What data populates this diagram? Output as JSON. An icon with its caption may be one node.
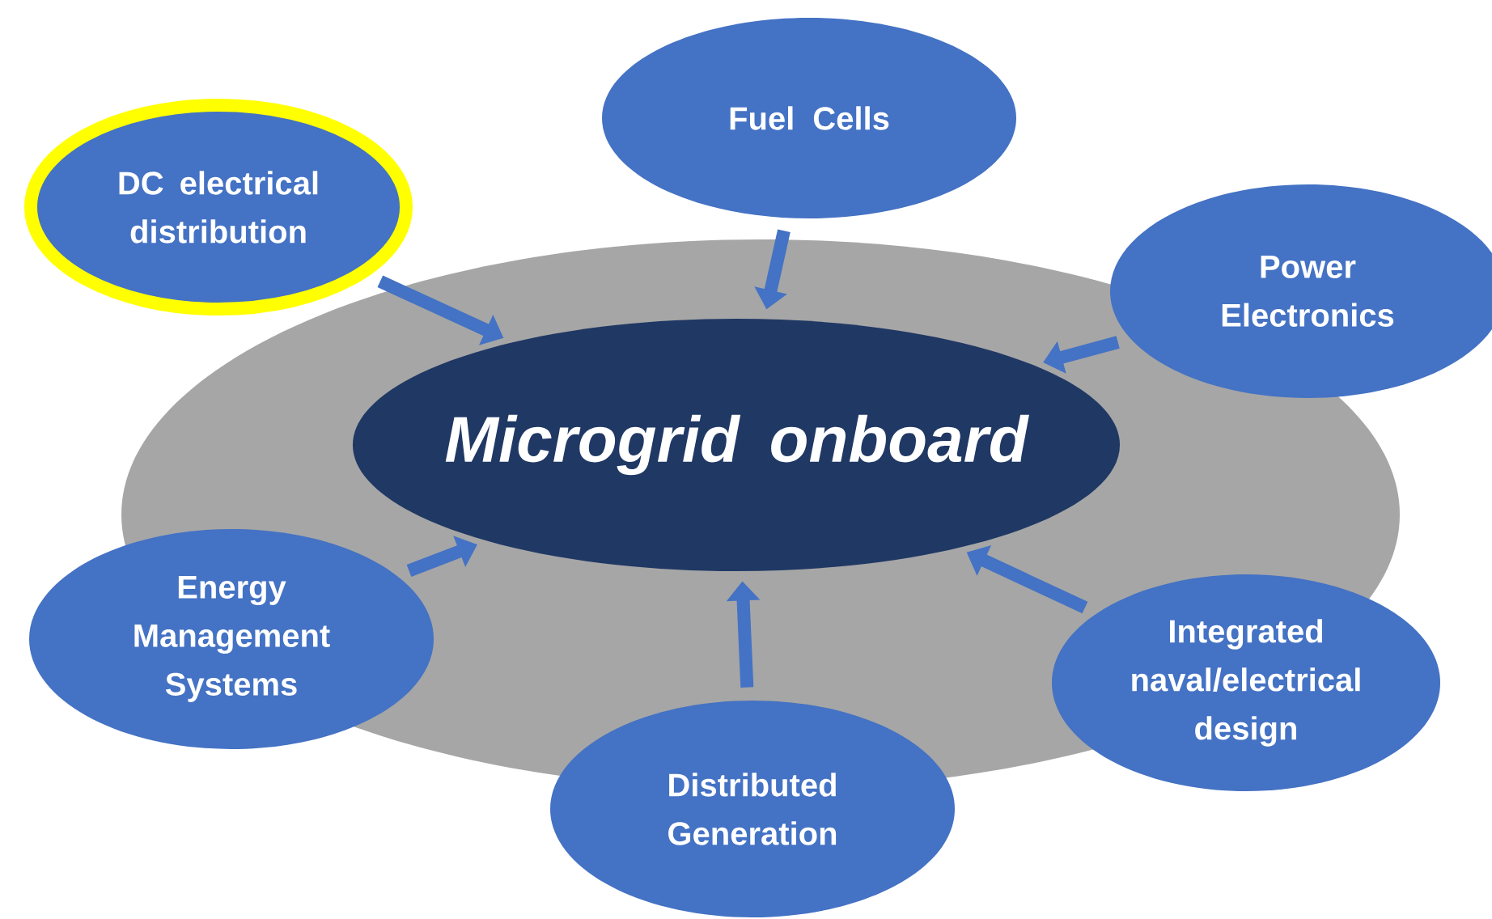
{
  "diagram": {
    "nodes": [
      {
        "text": [
          "Microgrid onboard"
        ]
      },
      {
        "text": [
          "DC electrical distribution"
        ]
      },
      {
        "text": [
          "Fuel Cells"
        ]
      },
      {
        "text": [
          "Power Electronics"
        ]
      },
      {
        "text": [
          "Energy Management Systems"
        ]
      },
      {
        "text": [
          "Distributed Generation"
        ]
      },
      {
        "text": [
          "Integrated naval/electrical design"
        ]
      }
    ],
    "edges": [
      {
        "from": 1,
        "to": 0,
        "arrow": "to"
      },
      {
        "from": 2,
        "to": 0,
        "arrow": "to"
      },
      {
        "from": 3,
        "to": 0,
        "arrow": "to"
      },
      {
        "from": 4,
        "to": 0,
        "arrow": "to"
      },
      {
        "from": 5,
        "to": 0,
        "arrow": "to"
      },
      {
        "from": 6,
        "to": 0,
        "arrow": "to"
      }
    ]
  }
}
